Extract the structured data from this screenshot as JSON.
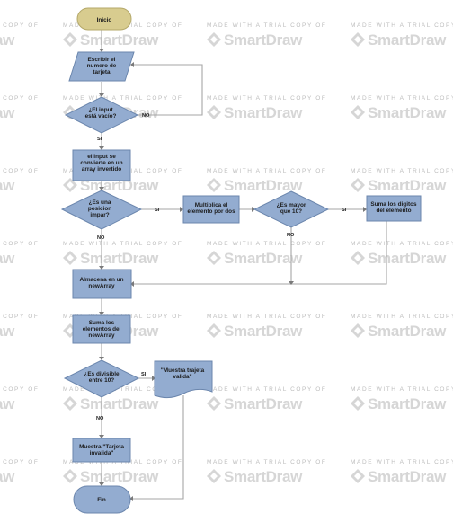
{
  "watermark": {
    "line": "MADE WITH A TRIAL COPY OF",
    "brand": "SmartDraw"
  },
  "nodes": {
    "start": {
      "label": [
        "Inicio"
      ]
    },
    "input": {
      "label": [
        "Escribir el",
        "numero de",
        "tarjeta"
      ]
    },
    "empty_check": {
      "label": [
        "¿El input",
        "está vacío?"
      ]
    },
    "reverse": {
      "label": [
        "el input  se",
        "convierte en un",
        "array invertido"
      ]
    },
    "odd_check": {
      "label": [
        "¿Es una",
        "posicion",
        "impar?"
      ]
    },
    "multiply": {
      "label": [
        "Multiplica el",
        "elemento por dos"
      ]
    },
    "gt10_check": {
      "label": [
        "¿Es mayor",
        "que 10?"
      ]
    },
    "sum_digits": {
      "label": [
        "Suma los digitos",
        "del elemento"
      ]
    },
    "store": {
      "label": [
        "Almacena en un",
        "newArray"
      ]
    },
    "sum_all": {
      "label": [
        "Suma los",
        "elementos del",
        "newArray"
      ]
    },
    "div10_check": {
      "label": [
        "¿Es divisible",
        "entre 10?"
      ]
    },
    "valid_out": {
      "label": [
        "\"Muestra trajeta",
        "valida\""
      ]
    },
    "invalid_out": {
      "label": [
        "Muestra \"Tarjeta",
        "invalida\""
      ]
    },
    "end": {
      "label": [
        "Fin"
      ]
    }
  },
  "edge_labels": {
    "empty_yes": "SI",
    "empty_no": "NO",
    "odd_yes": "SI",
    "odd_no": "NO",
    "gt10_yes": "SI",
    "gt10_no": "NO",
    "div_yes": "SI",
    "div_no": "NO"
  },
  "colors": {
    "process_fill": "#93acd0",
    "terminal_fill": "#d8cc8f",
    "connector": "#a6a6a6",
    "watermark": "#d6d6d6"
  }
}
